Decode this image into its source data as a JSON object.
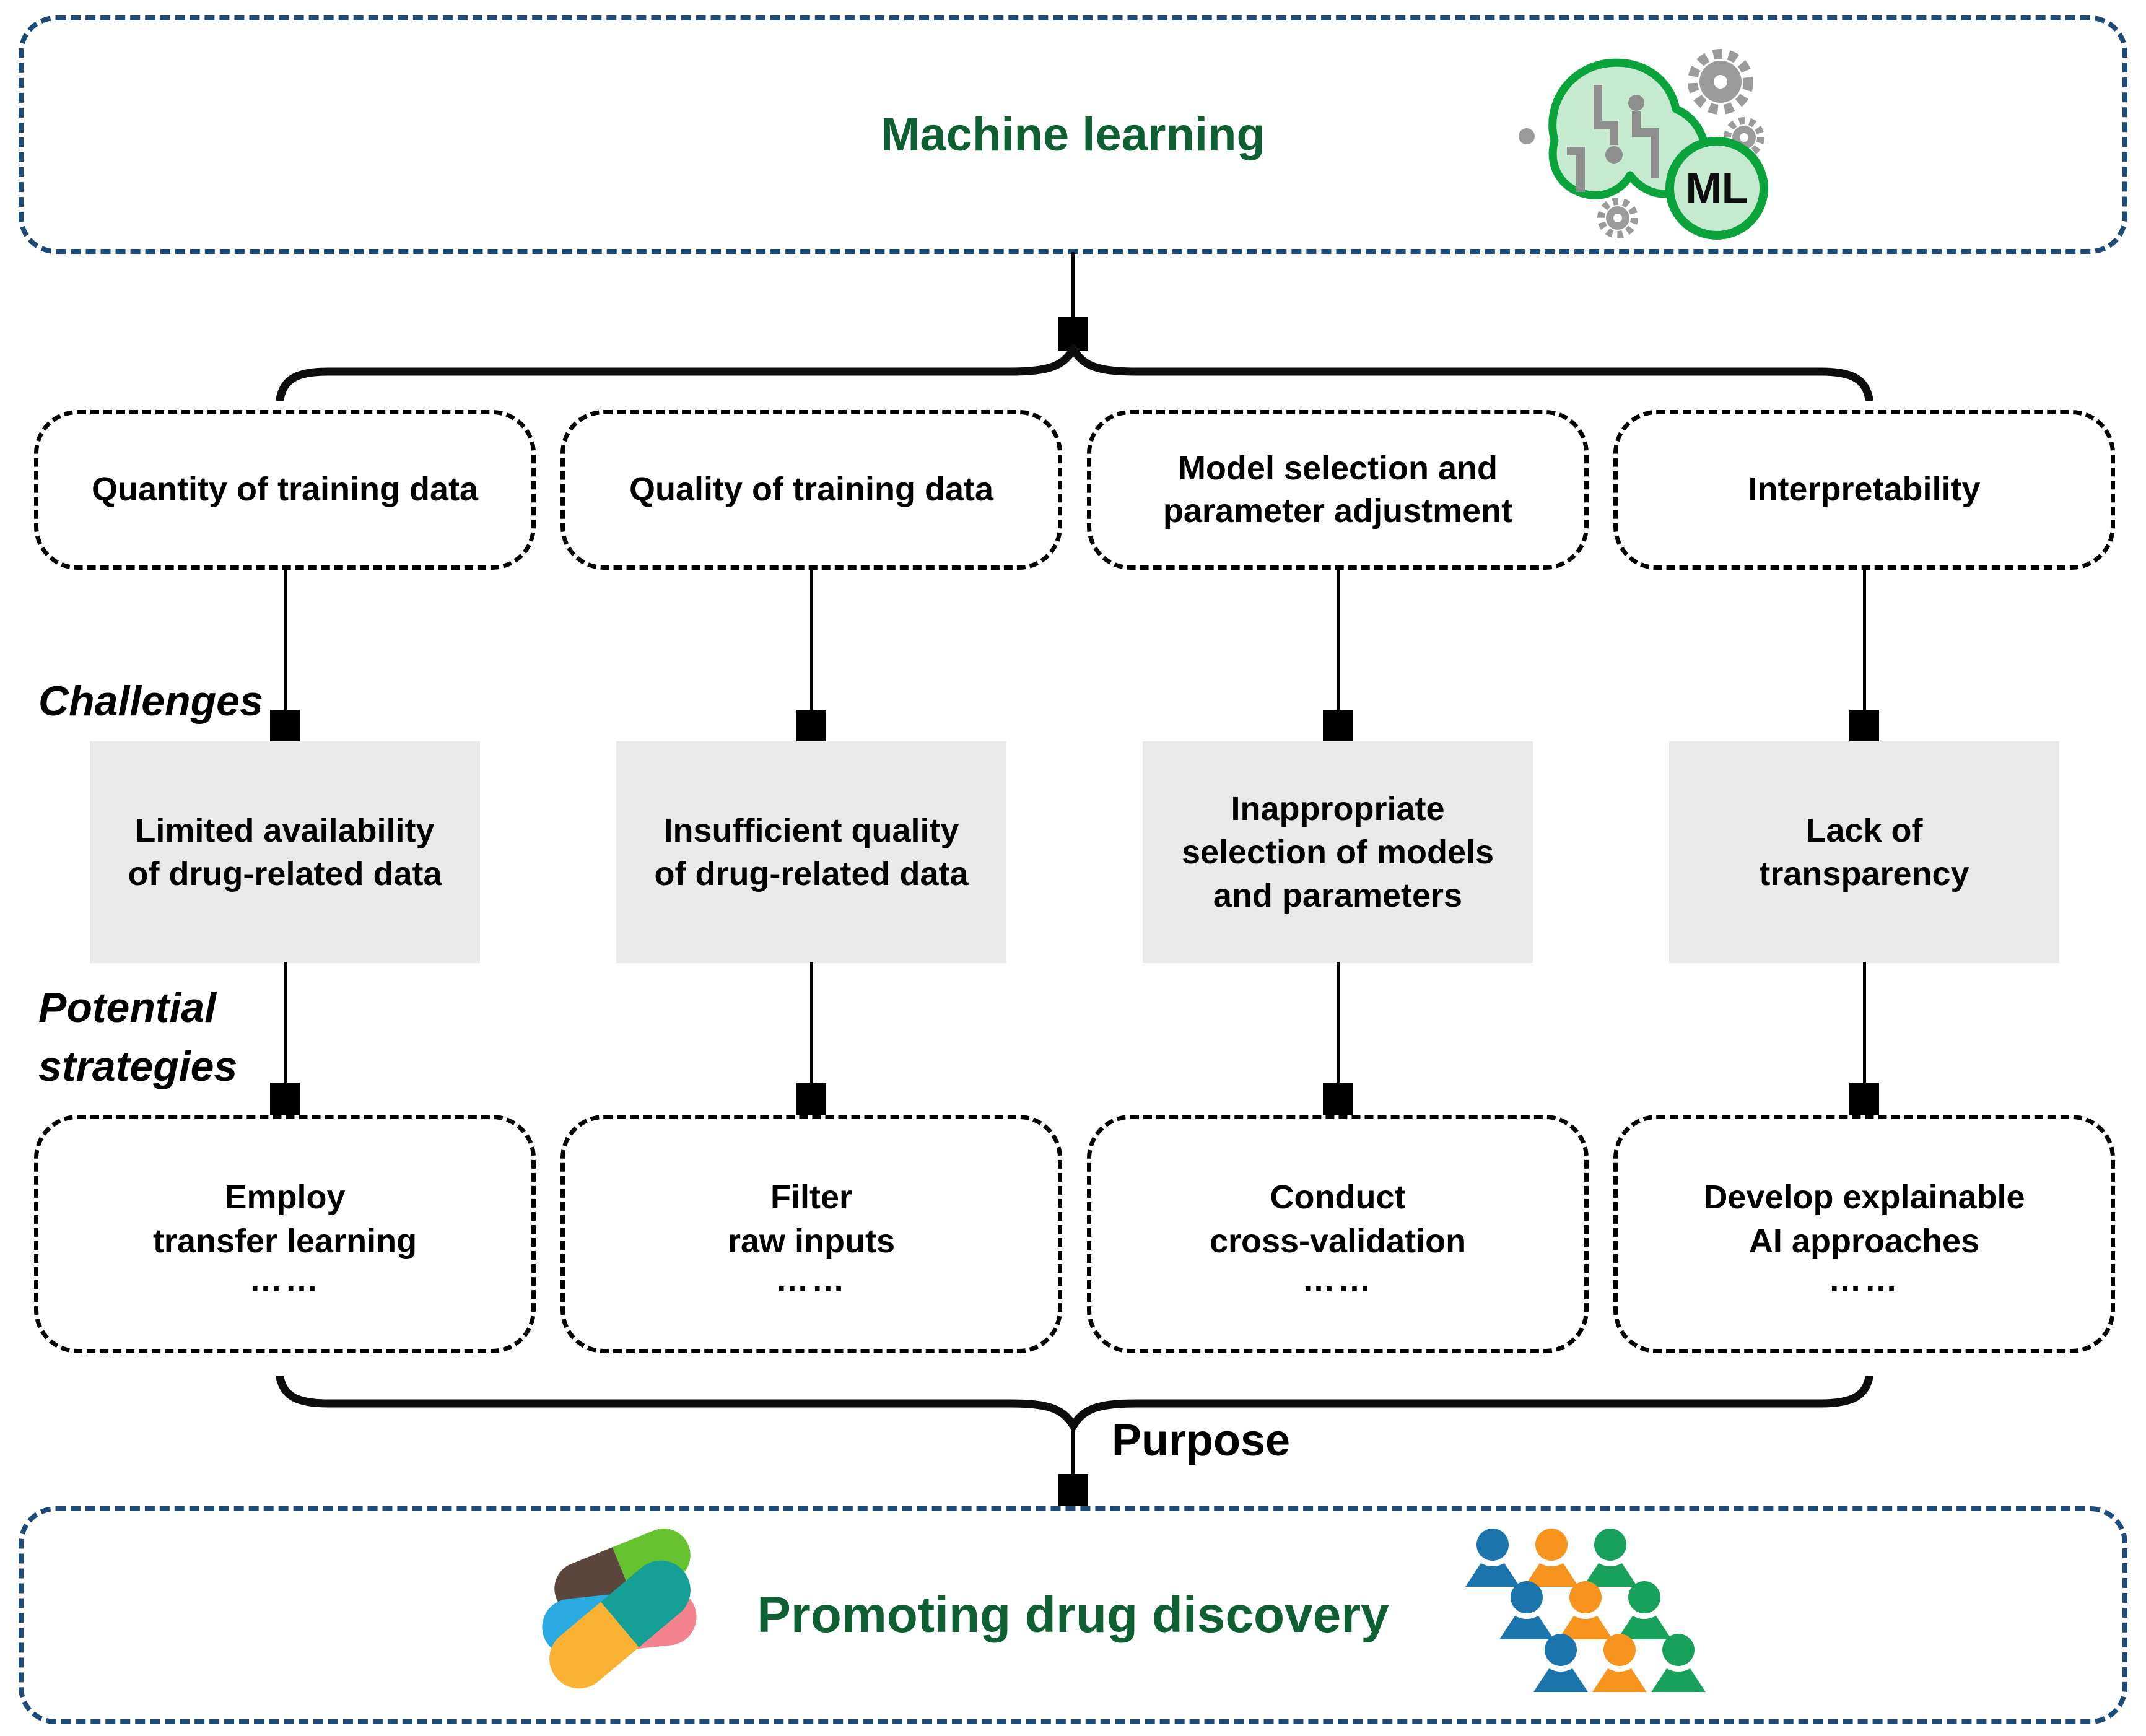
{
  "title": {
    "text": "Machine learning",
    "badge": "ML"
  },
  "labels": {
    "challenges": "Challenges",
    "potential_strategies": "Potential\nstrategies",
    "purpose": "Purpose"
  },
  "columns": [
    {
      "topic": "Quantity of training data",
      "challenge": "Limited availability\nof drug-related data",
      "strategy": "Employ\ntransfer learning",
      "more": "……"
    },
    {
      "topic": "Quality of training data",
      "challenge": "Insufficient quality\nof drug-related data",
      "strategy": "Filter\nraw inputs",
      "more": "……"
    },
    {
      "topic": "Model selection and\nparameter adjustment",
      "challenge": "Inappropriate\nselection of models\nand parameters",
      "strategy": "Conduct\ncross-validation",
      "more": "……"
    },
    {
      "topic": "Interpretability",
      "challenge": "Lack of\ntransparency",
      "strategy": "Develop explainable\nAI approaches",
      "more": "……"
    }
  ],
  "footer": {
    "text": "Promoting drug discovery"
  },
  "colors": {
    "frame_dash_blue": "#1c4b77",
    "heading_green": "#0e5f31",
    "challenge_box_gray": "#e9e9e9",
    "connector_black": "#000000",
    "brain_fill": "#c5ead0",
    "brain_stroke": "#0aa33c",
    "gear_gray": "#9b9b9b",
    "people_blue": "#1b74ab",
    "people_orange": "#f7941e",
    "people_green": "#18a15a",
    "pill_brown": "#5a463c",
    "pill_green": "#67c22f",
    "pill_blue": "#29abe2",
    "pill_pink": "#f5838d",
    "pill_yellow": "#f9b233",
    "pill_teal": "#15a096"
  },
  "icons": [
    "machine-learning-brain-icon",
    "gear-icon",
    "pills-icon",
    "people-group-icon"
  ]
}
